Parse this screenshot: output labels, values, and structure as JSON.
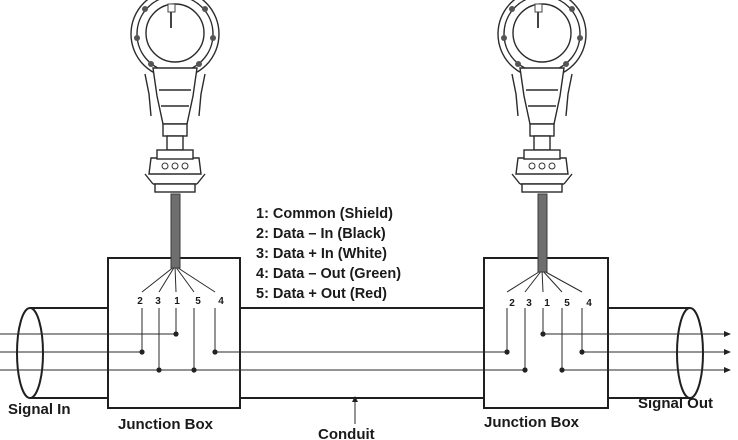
{
  "legend": [
    "1: Common (Shield)",
    "2: Data – In (Black)",
    "3: Data + In (White)",
    "4: Data – Out (Green)",
    "5: Data + Out (Red)"
  ],
  "labels": {
    "signal_in": "Signal In",
    "signal_out": "Signal Out",
    "junction_box_left": "Junction Box",
    "junction_box_right": "Junction Box",
    "conduit": "Conduit"
  },
  "pins_left": [
    "2",
    "3",
    "1",
    "5",
    "4"
  ],
  "pins_right": [
    "2",
    "3",
    "1",
    "5",
    "4"
  ]
}
